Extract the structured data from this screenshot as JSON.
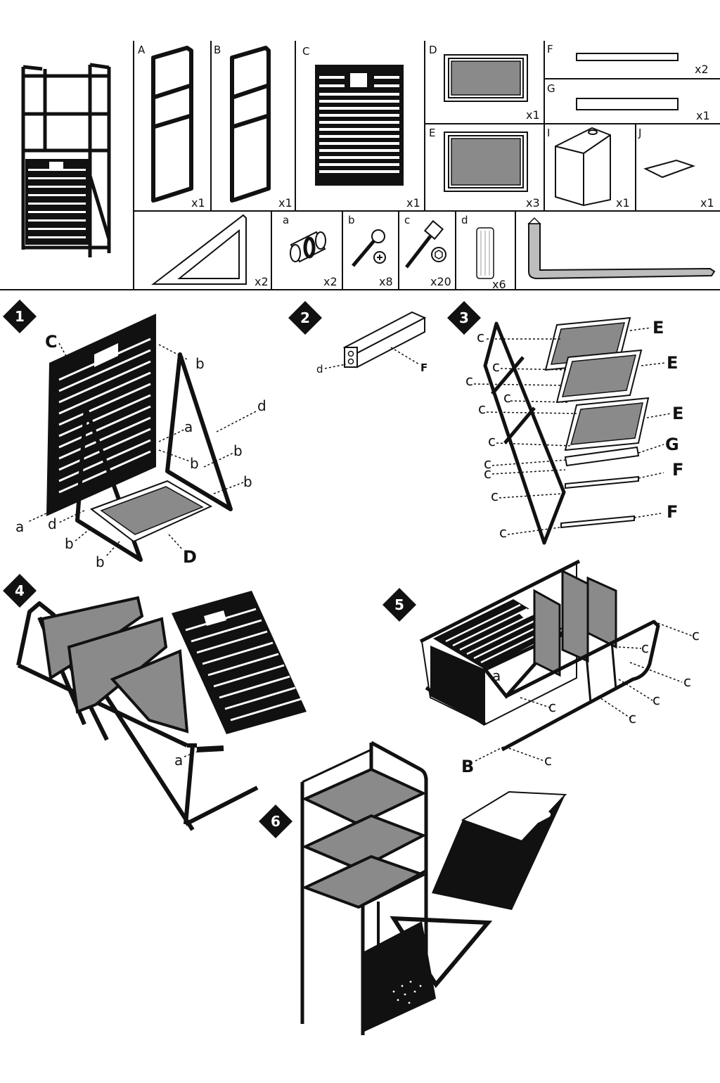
{
  "parts": {
    "A": {
      "letter": "A",
      "qty": "x1"
    },
    "B": {
      "letter": "B",
      "qty": "x1"
    },
    "C": {
      "letter": "C",
      "qty": "x1"
    },
    "D": {
      "letter": "D",
      "qty": "x1"
    },
    "E": {
      "letter": "E",
      "qty": "x3"
    },
    "F": {
      "letter": "F",
      "qty": "x2"
    },
    "G": {
      "letter": "G",
      "qty": "x1"
    },
    "I": {
      "letter": "I",
      "qty": "x1"
    },
    "J": {
      "letter": "J",
      "qty": "x1"
    },
    "triangle": {
      "qty": "x2"
    }
  },
  "hardware": {
    "a": {
      "letter": "a",
      "qty": "x2"
    },
    "b": {
      "letter": "b",
      "qty": "x8"
    },
    "c": {
      "letter": "c",
      "qty": "x20"
    },
    "d": {
      "letter": "d",
      "qty": "x6"
    }
  },
  "steps": [
    "1",
    "2",
    "3",
    "4",
    "5",
    "6"
  ],
  "callouts": {
    "C": "C",
    "D": "D",
    "E": "E",
    "F": "F",
    "G": "G",
    "B": "B",
    "a": "a",
    "b": "b",
    "c": "c",
    "d": "d"
  },
  "colors": {
    "ink": "#111111",
    "panel_gray": "#8a8a8a",
    "paper": "#ffffff",
    "tool_gray": "#bdbdbd"
  }
}
